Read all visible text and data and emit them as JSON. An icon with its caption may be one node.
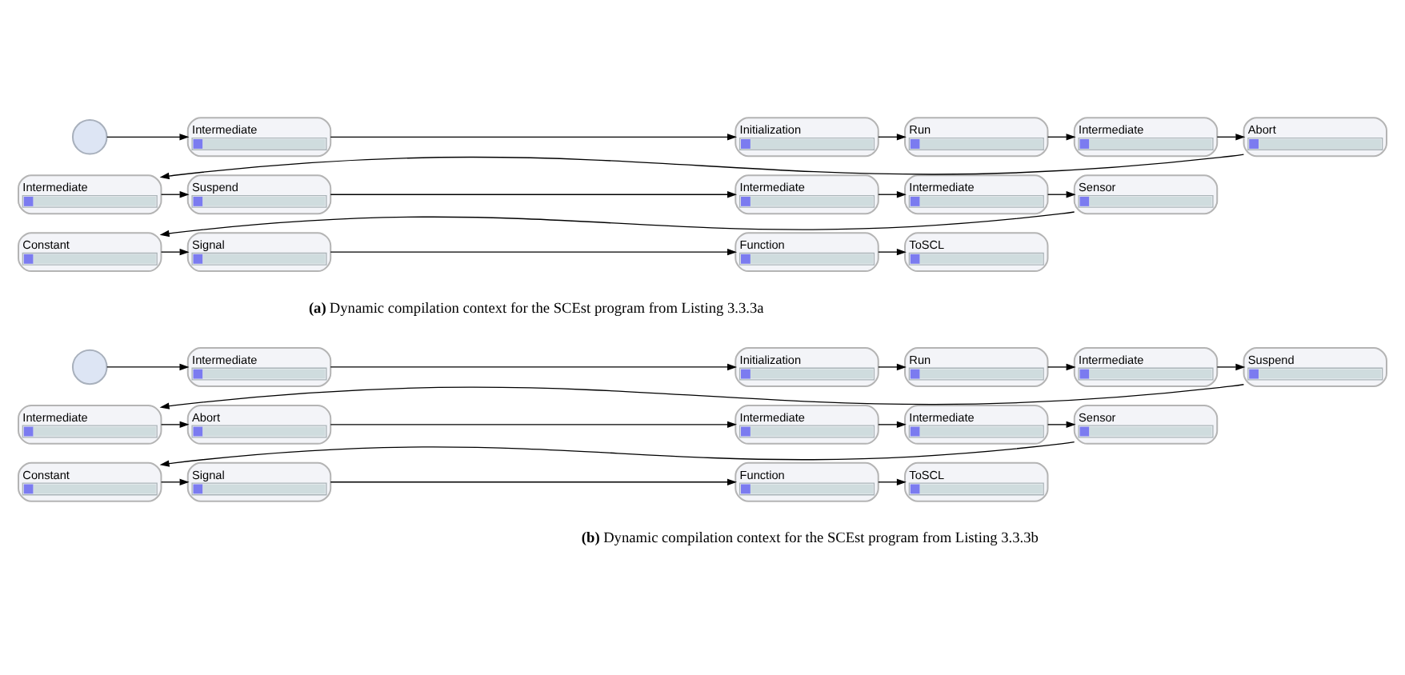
{
  "diagram": {
    "nodes": [
      {
        "text": [],
        "shape": "circle"
      },
      {
        "text": [
          "Intermediate"
        ]
      },
      {
        "text": [
          "Initialization"
        ]
      },
      {
        "text": [
          "Run"
        ]
      },
      {
        "text": [
          "Intermediate"
        ]
      },
      {
        "text": [
          "Abort"
        ]
      },
      {
        "text": [
          "Intermediate"
        ]
      },
      {
        "text": [
          "Suspend"
        ]
      },
      {
        "text": [
          "Intermediate"
        ]
      },
      {
        "text": [
          "Intermediate"
        ]
      },
      {
        "text": [
          "Sensor"
        ]
      },
      {
        "text": [
          "Constant"
        ]
      },
      {
        "text": [
          "Signal"
        ]
      },
      {
        "text": [
          "Function"
        ]
      },
      {
        "text": [
          "ToSCL"
        ]
      },
      {
        "text": [],
        "shape": "circle"
      },
      {
        "text": [
          "Intermediate"
        ]
      },
      {
        "text": [
          "Initialization"
        ]
      },
      {
        "text": [
          "Run"
        ]
      },
      {
        "text": [
          "Intermediate"
        ]
      },
      {
        "text": [
          "Suspend"
        ]
      },
      {
        "text": [
          "Intermediate"
        ]
      },
      {
        "text": [
          "Abort"
        ]
      },
      {
        "text": [
          "Intermediate"
        ]
      },
      {
        "text": [
          "Intermediate"
        ]
      },
      {
        "text": [
          "Sensor"
        ]
      },
      {
        "text": [
          "Constant"
        ]
      },
      {
        "text": [
          "Signal"
        ]
      },
      {
        "text": [
          "Function"
        ]
      },
      {
        "text": [
          "ToSCL"
        ]
      }
    ],
    "edges": [
      {
        "from": 0,
        "to": 1,
        "arrow": "to"
      },
      {
        "from": 1,
        "to": 2,
        "arrow": "to"
      },
      {
        "from": 2,
        "to": 3,
        "arrow": "to"
      },
      {
        "from": 3,
        "to": 4,
        "arrow": "to"
      },
      {
        "from": 4,
        "to": 5,
        "arrow": "to"
      },
      {
        "from": 5,
        "to": 6,
        "arrow": "to"
      },
      {
        "from": 6,
        "to": 7,
        "arrow": "to"
      },
      {
        "from": 7,
        "to": 8,
        "arrow": "to"
      },
      {
        "from": 8,
        "to": 9,
        "arrow": "to"
      },
      {
        "from": 9,
        "to": 10,
        "arrow": "to"
      },
      {
        "from": 10,
        "to": 11,
        "arrow": "to"
      },
      {
        "from": 11,
        "to": 12,
        "arrow": "to"
      },
      {
        "from": 12,
        "to": 13,
        "arrow": "to"
      },
      {
        "from": 13,
        "to": 14,
        "arrow": "to"
      },
      {
        "from": 15,
        "to": 16,
        "arrow": "to"
      },
      {
        "from": 16,
        "to": 17,
        "arrow": "to"
      },
      {
        "from": 17,
        "to": 18,
        "arrow": "to"
      },
      {
        "from": 18,
        "to": 19,
        "arrow": "to"
      },
      {
        "from": 19,
        "to": 20,
        "arrow": "to"
      },
      {
        "from": 20,
        "to": 21,
        "arrow": "to"
      },
      {
        "from": 21,
        "to": 22,
        "arrow": "to"
      },
      {
        "from": 22,
        "to": 23,
        "arrow": "to"
      },
      {
        "from": 23,
        "to": 24,
        "arrow": "to"
      },
      {
        "from": 24,
        "to": 25,
        "arrow": "to"
      },
      {
        "from": 25,
        "to": 26,
        "arrow": "to"
      },
      {
        "from": 26,
        "to": 27,
        "arrow": "to"
      },
      {
        "from": 27,
        "to": 28,
        "arrow": "to"
      },
      {
        "from": 28,
        "to": 29,
        "arrow": "to"
      }
    ],
    "labels": [
      "**(a)** Dynamic compilation context for the SCEst program from Listing 3.3.3a",
      "**(b)** Dynamic compilation context for the SCEst program from Listing 3.3.3b"
    ]
  }
}
